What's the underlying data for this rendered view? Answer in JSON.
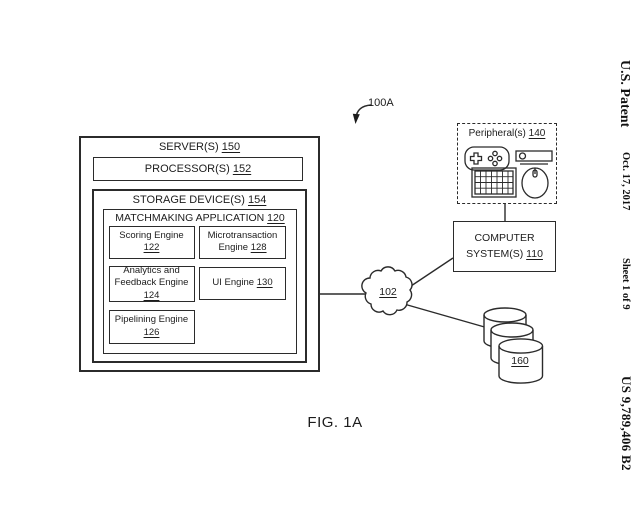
{
  "patent_header": {
    "title": "U.S. Patent",
    "date": "Oct. 17, 2017",
    "sheet": "Sheet 1 of 9",
    "number": "US 9,789,406 B2"
  },
  "figure": {
    "label": "FIG. 1A",
    "overall_ref": "100A"
  },
  "server": {
    "label": "SERVER(S)",
    "ref": "150"
  },
  "processor": {
    "label": "PROCESSOR(S)",
    "ref": "152"
  },
  "storage": {
    "label": "STORAGE DEVICE(S)",
    "ref": "154"
  },
  "matchmaking": {
    "label": "MATCHMAKING APPLICATION",
    "ref": "120"
  },
  "engines": [
    {
      "name": "Scoring Engine",
      "ref": "122"
    },
    {
      "name": "Microtransaction Engine",
      "ref": "128"
    },
    {
      "name": "Analytics and Feedback Engine",
      "ref": "124"
    },
    {
      "name": "UI Engine",
      "ref": "130"
    },
    {
      "name": "Pipelining Engine",
      "ref": "126"
    }
  ],
  "network": {
    "icon": "cloud-icon",
    "ref": "102"
  },
  "computer": {
    "label": "COMPUTER SYSTEM(S)",
    "ref": "110"
  },
  "peripherals": {
    "label": "Peripheral(s)",
    "ref": "140",
    "icons": [
      "game-controller",
      "camera-sensor",
      "keyboard",
      "mouse"
    ]
  },
  "datastore": {
    "icon": "database-cylinders-icon",
    "ref": "160"
  },
  "colors": {
    "ink": "#2b2b2b",
    "background": "#ffffff"
  }
}
